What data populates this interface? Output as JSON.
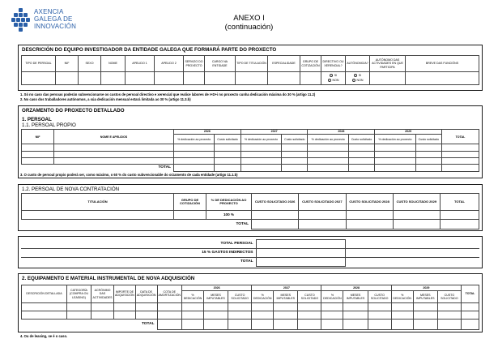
{
  "logo": {
    "line1": "AXENCIA",
    "line2": "GALEGA DE",
    "line3": "INNOVACIÓN"
  },
  "header": {
    "title": "ANEXO I",
    "subtitle": "(continuación)"
  },
  "team": {
    "title": "DESCRICIÓN DO EQUIPO INVESTIGADOR DA ENTIDADE GALEGA QUE FORMARÁ PARTE DO PROXECTO",
    "columns": [
      "TIPO DE PERSOAL",
      "NIF",
      "SEXO",
      "NOME",
      "APELIDO 1",
      "APELIDO 2",
      "SERVIZO DO PROXECTO",
      "CARGO NA ENTIDADE",
      "TIPO DE TITULACIÓN",
      "ESPECIALIDADE",
      "GRUPO DE COTIZACIÓN",
      "DIRECTIVO OU XERENCIAL?",
      "AUTÓNOMO/A?",
      "AUTÓNOMO DAS ACTIVIDADES EN QUE PARTICIPA",
      "BREVE DAS FUNCIÓNS"
    ],
    "radio_si": "SI",
    "radio_non": "NON",
    "note1": "1.   Só no caso das persoas poderán subvencionarse os custos de persoal directivo e xerencial que realice labores de I+D+i no proxecto cunha dedicación máxima do 30 % (artigo 11.2)",
    "note2": "2.   No caso dos traballadores autónomos, a súa dedicación mensual estará limitada ao 30 % (artigo 11.3.b)"
  },
  "budget": {
    "title": "ORZAMENTO DO PROXECTO DETALLADO",
    "sub1": "1.  PERSOAL",
    "sub2": "1.1.  PERSOAL PROPIO",
    "years": [
      "2026",
      "2027",
      "2028",
      "2029"
    ],
    "col_nif": "NIF",
    "col_name": "NOME E APELIDOS",
    "col_dedic": "% dedicación ao proxecto",
    "col_cost": "Custo solicitado",
    "col_total": "TOTAL",
    "total_label": "TOTAL",
    "note3": "3.   O custo de persoal propio poderá ser, como máximo, o 60 % do custo subvencionable do orzamento de cada entidade (artigo 11.1.b)"
  },
  "new_hire": {
    "title": "1.2.  PERSOAL DE NOVA CONTRATACIÓN",
    "col_title": "TITULACIÓN",
    "col_group": "GRUPO DE COTIZACIÓN",
    "col_dedic": "% DE DEDICACIÓN AO PROXECTO",
    "col_2026": "CUSTO SOLICITADO 2026",
    "col_2027": "CUSTO SOLICITADO 2027",
    "col_2028": "CUSTO SOLICITADO 2028",
    "col_2029": "CUSTO SOLICITADO 2029",
    "col_total": "TOTAL",
    "dedic_value": "100 %",
    "total_label": "TOTAL"
  },
  "summary": {
    "row1": "TOTAL PERSOAL",
    "row2": "15 % GASTOS INDIRECTOS",
    "row3": "TOTAL"
  },
  "equipment": {
    "title": "2.  EQUIPAMENTO E MATERIAL INSTRUMENTAL DE NOVA ADQUISICIÓN",
    "years": [
      "2026",
      "2027",
      "2028",
      "2029"
    ],
    "col_desc": "DESCRICIÓN DETALLADA",
    "col_cat": "CATEGORÍA (COMPRA OU LEASING)",
    "col_acronym": "ACRÓNIMO DAS ACTIVIDADES",
    "col_amount": "IMPORTE DE ADQUISICIÓN",
    "col_date": "DATA DE ADQUISICIÓN",
    "col_quota": "COTA DE AMORTIZACIÓN",
    "col_dedic": "% DEDICACIÓN",
    "col_months": "MESES IMPUTABLES",
    "col_cost": "CUSTO SOLICITADO",
    "col_total": "TOTAL",
    "total_label": "TOTAL",
    "note4": "4.   Ou de leasing, se é o caso."
  }
}
